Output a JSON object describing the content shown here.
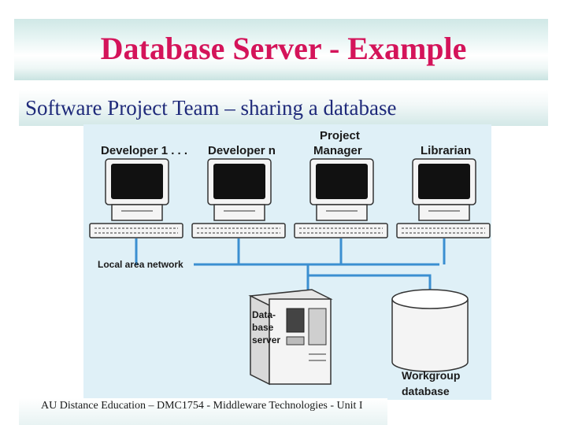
{
  "slide": {
    "title": "Database Server - Example",
    "subtitle": "Software Project Team – sharing a database",
    "footer": "AU Distance Education – DMC1754 - Middleware Technologies - Unit I"
  },
  "diagram": {
    "workstations": [
      {
        "label_lines": [
          "Developer 1 . . . "
        ]
      },
      {
        "label_lines": [
          "Developer n"
        ]
      },
      {
        "label_lines": [
          "Project",
          "Manager"
        ]
      },
      {
        "label_lines": [
          "Librarian"
        ]
      }
    ],
    "network_label": "Local area network",
    "server_label_lines": [
      "Data-",
      "base",
      "server"
    ],
    "database_label_lines": [
      "Workgroup",
      "database"
    ],
    "colors": {
      "background": "#dff0f7",
      "network": "#3b8fd1",
      "title": "#d4145a",
      "subtitle": "#1f2a7a"
    }
  }
}
